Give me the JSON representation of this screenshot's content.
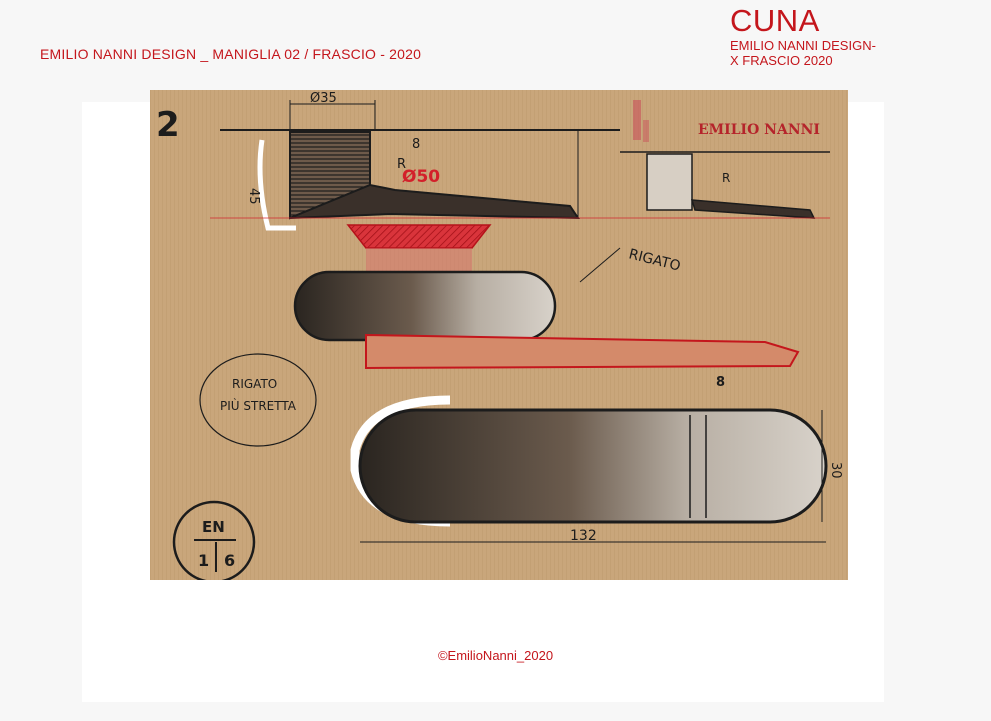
{
  "header": {
    "caption": "EMILIO NANNI DESIGN _ MANIGLIA 02 / FRASCIO - 2020"
  },
  "brand": {
    "title": "CUNA",
    "subtitle_line1": "EMILIO NANNI DESIGN-",
    "subtitle_line2": "X FRASCIO 2020"
  },
  "sketch": {
    "sheet_number": "2",
    "stamp_text": "EMILIO NANNI",
    "annotations": {
      "dim_diameter": "Ø35",
      "dim_height": "45",
      "dim_thickness_top": "8",
      "radius_label": "R",
      "rose_diameter": "Ø50",
      "texture_note": "RIGATO",
      "note_line1": "RIGATO",
      "note_line2": "PIÙ STRETTA",
      "dim_length": "132",
      "dim_width": "30",
      "dim_thickness_bottom": "8",
      "sig_top": "EN",
      "sig_left": "1",
      "sig_right": "6"
    }
  },
  "footer": {
    "copyright": "©EmilioNanni_2020"
  },
  "colors": {
    "accent_red": "#c4161c",
    "kraft": "#c8a67a",
    "ink": "#1c1c1c"
  }
}
